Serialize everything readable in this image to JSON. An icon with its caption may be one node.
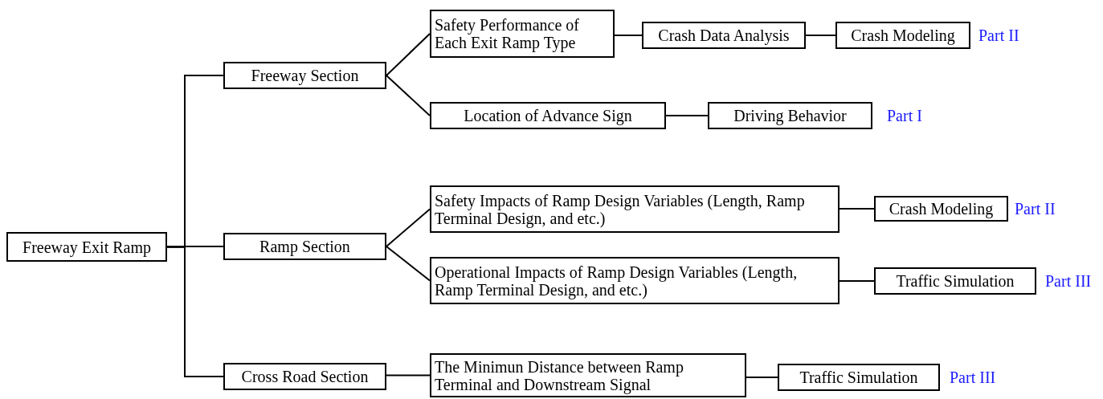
{
  "diagram": {
    "nodes": [
      {
        "text": [
          "Freeway Exit Ramp"
        ]
      },
      {
        "text": [
          "Freeway Section"
        ]
      },
      {
        "text": [
          "Ramp Section"
        ]
      },
      {
        "text": [
          "Cross Road Section"
        ]
      },
      {
        "text": [
          "Safety Performance of Each Exit Ramp Type"
        ]
      },
      {
        "text": [
          "Crash Data Analysis"
        ]
      },
      {
        "text": [
          "Crash Modeling"
        ],
        "beside": [
          "Part II"
        ]
      },
      {
        "text": [
          "Location of Advance Sign"
        ]
      },
      {
        "text": [
          "Driving Behavior"
        ],
        "beside": [
          "Part I"
        ]
      },
      {
        "text": [
          "Safety Impacts of Ramp Design Variables (Length, Ramp Terminal Design, and etc.)"
        ]
      },
      {
        "text": [
          "Crash Modeling"
        ],
        "beside": [
          "Part II"
        ]
      },
      {
        "text": [
          "Operational Impacts of Ramp Design Variables (Length, Ramp Terminal Design, and etc.)"
        ]
      },
      {
        "text": [
          "Traffic Simulation"
        ],
        "beside": [
          "Part III"
        ]
      },
      {
        "text": [
          "The Minimun Distance between Ramp Terminal and Downstream Signal"
        ]
      },
      {
        "text": [
          "Traffic Simulation"
        ],
        "beside": [
          "Part III"
        ]
      }
    ],
    "edges": [
      {
        "from": 0,
        "to": 1,
        "arrow": "none"
      },
      {
        "from": 0,
        "to": 2,
        "arrow": "none"
      },
      {
        "from": 0,
        "to": 3,
        "arrow": "none"
      },
      {
        "from": 1,
        "to": 4,
        "arrow": "none"
      },
      {
        "from": 1,
        "to": 7,
        "arrow": "none"
      },
      {
        "from": 4,
        "to": 5,
        "arrow": "none"
      },
      {
        "from": 5,
        "to": 6,
        "arrow": "none"
      },
      {
        "from": 7,
        "to": 8,
        "arrow": "none"
      },
      {
        "from": 2,
        "to": 9,
        "arrow": "none"
      },
      {
        "from": 2,
        "to": 11,
        "arrow": "none"
      },
      {
        "from": 9,
        "to": 10,
        "arrow": "none"
      },
      {
        "from": 11,
        "to": 12,
        "arrow": "none"
      },
      {
        "from": 3,
        "to": 13,
        "arrow": "none"
      },
      {
        "from": 13,
        "to": 14,
        "arrow": "none"
      }
    ]
  }
}
